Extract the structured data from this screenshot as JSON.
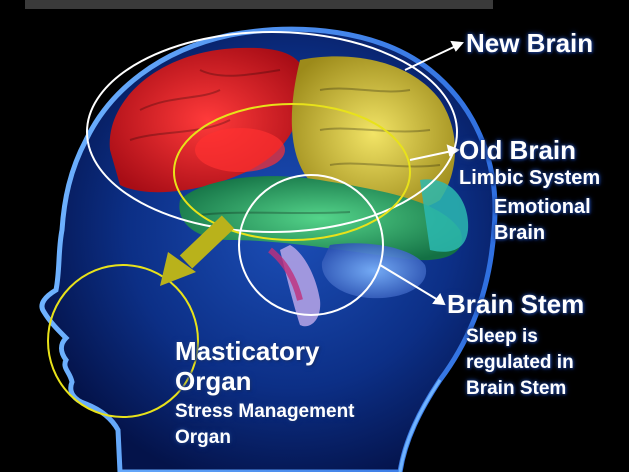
{
  "labels": {
    "new_brain": "New Brain",
    "old_brain": "Old Brain",
    "limbic_system": "Limbic System",
    "emotional": "Emotional",
    "brain_word": "Brain",
    "brain_stem": "Brain Stem",
    "sleep_line1": "Sleep is",
    "sleep_line2": "regulated in",
    "sleep_line3": "Brain Stem",
    "masticatory_line1": "Masticatory",
    "masticatory_line2": "Organ",
    "stress_line1": "Stress Management",
    "stress_line2": "Organ"
  },
  "colors": {
    "callout_white": "#ffffff",
    "callout_yellow": "#e8e21a",
    "arrow_olive": "#b9b21b",
    "head_blue": "#2f6fe0",
    "neocortex_red": "#e0202a",
    "neocortex_yellow": "#d8cc3a",
    "limbic_green": "#2ea86a",
    "brainstem_lilac": "#b8a6e8"
  }
}
